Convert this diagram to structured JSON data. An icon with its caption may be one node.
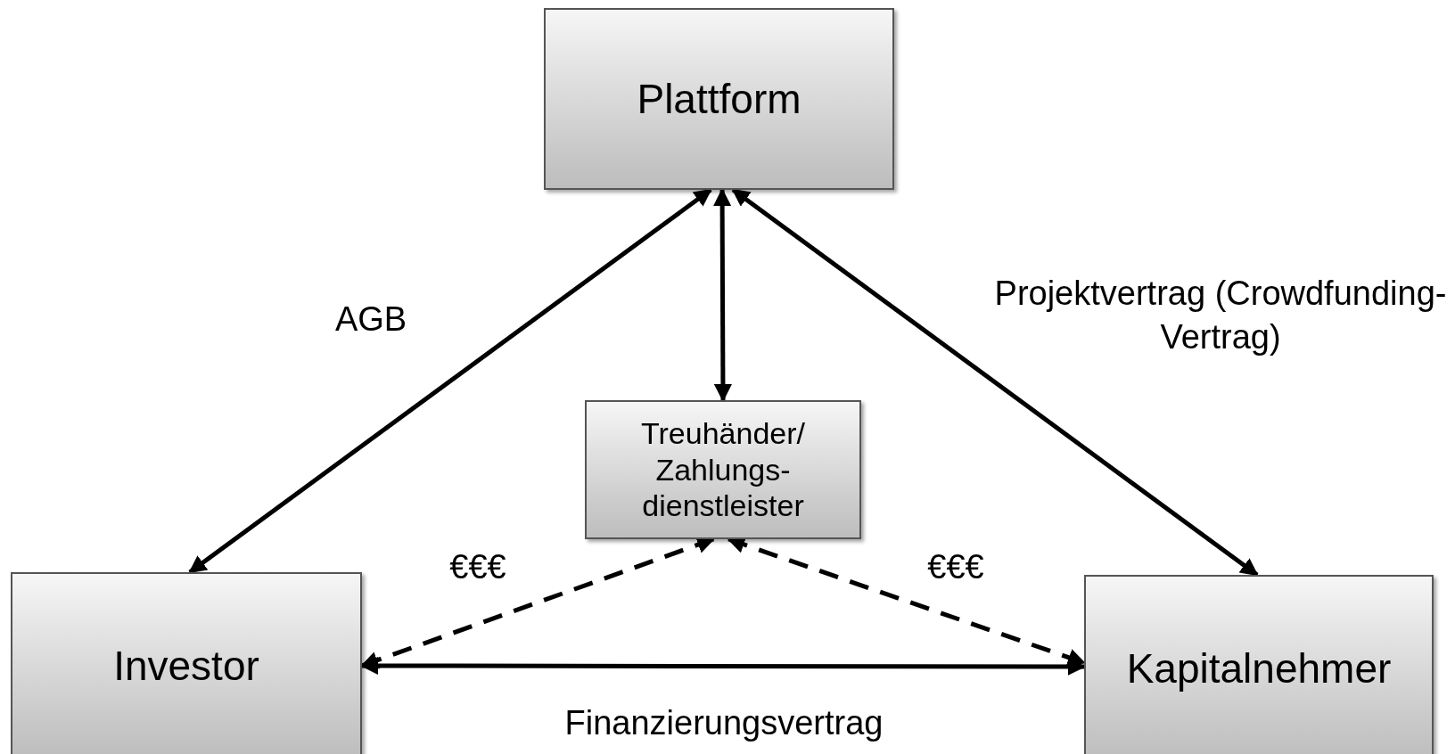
{
  "diagram": {
    "nodes": [
      {
        "text": [
          "Plattform"
        ]
      },
      {
        "text": [
          "Treuhänder/ Zahlungs- dienstleister"
        ]
      },
      {
        "text": [
          "Investor"
        ]
      },
      {
        "text": [
          "Kapitalnehmer"
        ]
      }
    ],
    "edges": [
      {
        "from": 0,
        "to": 2,
        "arrow": "both",
        "label": "AGB"
      },
      {
        "from": 0,
        "to": 3,
        "arrow": "both",
        "label": "Projektvertrag (Crowdfunding-Vertrag)"
      },
      {
        "from": 0,
        "to": 1,
        "arrow": "both"
      },
      {
        "from": 1,
        "to": 2,
        "arrow": "both",
        "label": "€€€",
        "style": "dashed"
      },
      {
        "from": 1,
        "to": 3,
        "arrow": "both",
        "label": "€€€",
        "style": "dashed"
      },
      {
        "from": 2,
        "to": 3,
        "arrow": "both",
        "label": "Finanzierungsvertrag"
      }
    ]
  }
}
